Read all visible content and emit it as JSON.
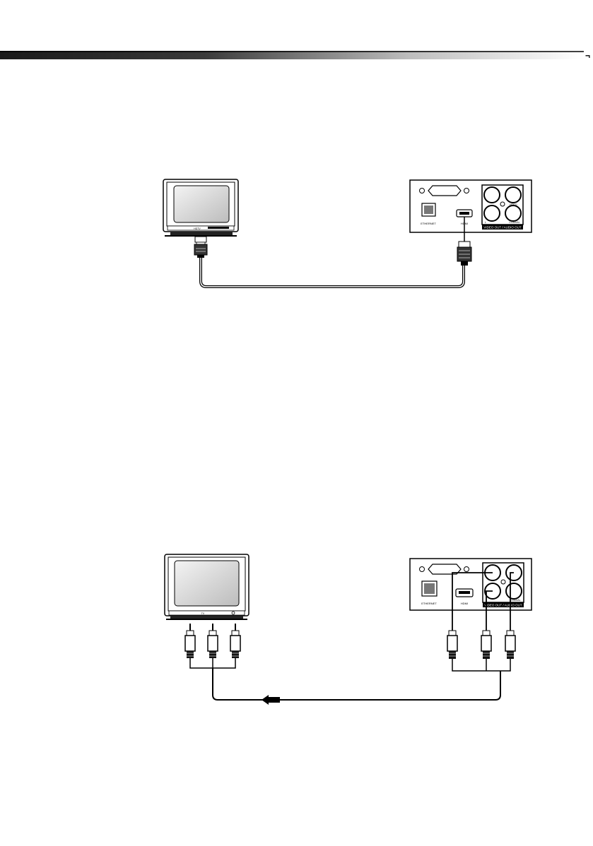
{
  "header": {
    "bar_color": "#1a1a1a",
    "corner_mark": "¬"
  },
  "diagram_hdmi": {
    "tv_model_text": "HDTV",
    "player_labels": {
      "ethernet": "ETHERNET",
      "hdmi": "HDMI",
      "video": "VIDEO",
      "l": "L",
      "coaxial": "COAXIAL",
      "strip": "VIDEO OUT / AUDIO OUT"
    }
  },
  "diagram_av": {
    "tv_model_text": "TV",
    "player_labels": {
      "ethernet": "ETHERNET",
      "hdmi": "HDMI",
      "l": "L",
      "coaxial": "COAXIAL",
      "strip": "VIDEO OUT / AUDIO OUT"
    },
    "signal_direction": "left"
  }
}
